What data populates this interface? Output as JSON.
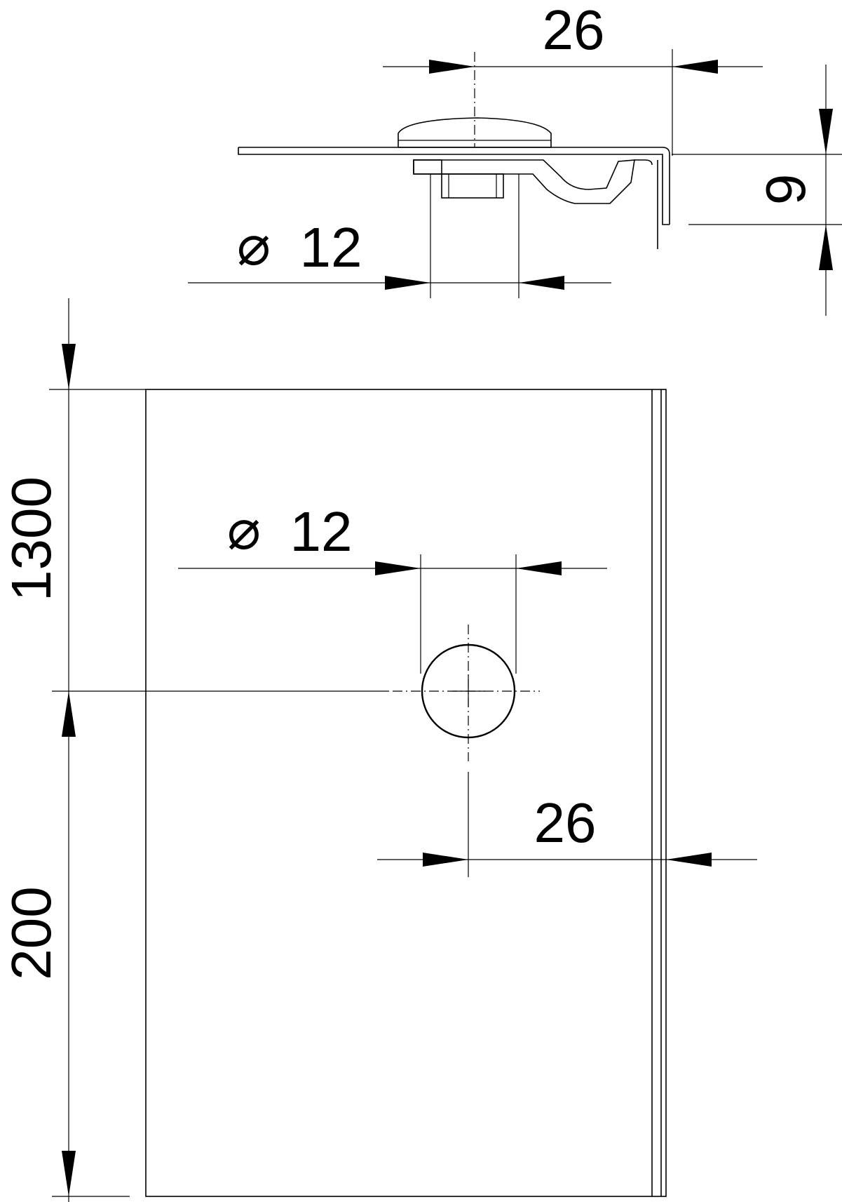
{
  "drawing": {
    "side_view": {
      "width_dim": "26",
      "thickness_dim": "9",
      "hole_diameter_symbol": "⌀",
      "hole_diameter_value": "12"
    },
    "front_view": {
      "total_height_dim": "1300",
      "hole_offset_dim": "200",
      "hole_diameter_symbol": "⌀",
      "hole_diameter_value": "12",
      "edge_distance_dim": "26"
    }
  }
}
